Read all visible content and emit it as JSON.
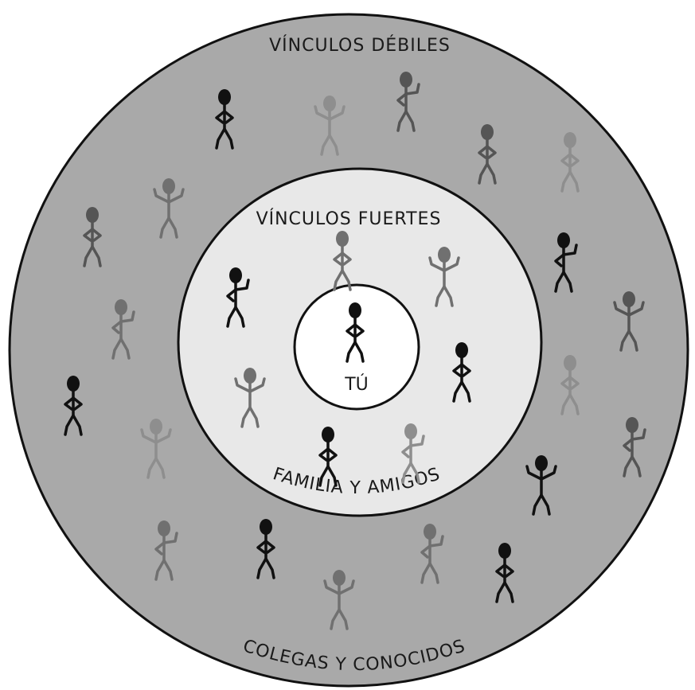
{
  "diagram": {
    "outer_ring": {
      "title": "VÍNCULOS DÉBILES",
      "subtitle": "COLEGAS Y CONOCIDOS"
    },
    "middle_ring": {
      "title": "VÍNCULOS FUERTES",
      "subtitle": "FAMILIA Y AMIGOS"
    },
    "center": {
      "label": "TÚ"
    }
  },
  "colors": {
    "outer_fill": "#a9a9a9",
    "middle_fill": "#e8e8e8",
    "center_fill": "#ffffff",
    "outline": "#111111",
    "figure_black": "#111111",
    "figure_dark_gray": "#555555",
    "figure_mid_gray": "#707070",
    "figure_light_gray": "#8e8e8e"
  }
}
